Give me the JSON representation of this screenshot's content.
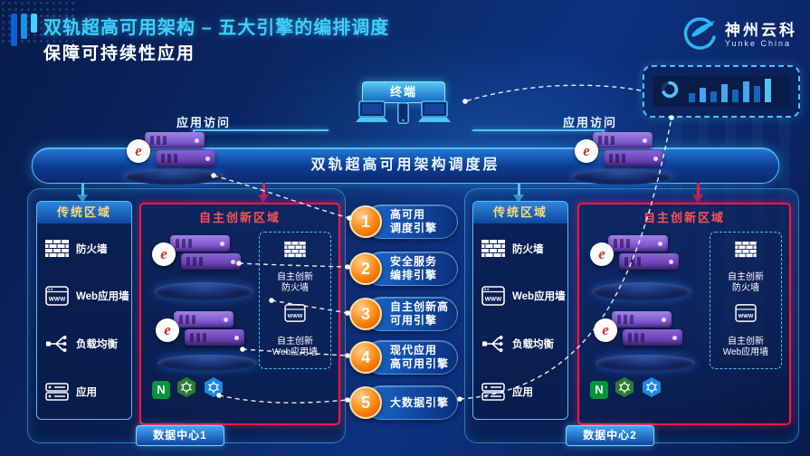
{
  "accents": {
    "primary": "#1565c0",
    "cyan": "#4fc3f7",
    "red": "#ff1744",
    "orange": "#f57c00",
    "purple": "#7e57c2",
    "title": "#3fd0ff"
  },
  "header": {
    "title": "双轨超高可用架构 – 五大引擎的编排调度",
    "subtitle": "保障可持续性应用",
    "logo_name": "神州云科",
    "logo_sub": "Yunke China"
  },
  "top": {
    "terminal": "终端",
    "access_left": "应用访问",
    "access_right": "应用访问"
  },
  "scheduler": {
    "label": "双轨超高可用架构调度层"
  },
  "icons": {
    "badge": "e",
    "nginx": "N",
    "www": "WWW"
  },
  "engines": [
    {
      "num": "1",
      "label": "高可用\n调度引擎"
    },
    {
      "num": "2",
      "label": "安全服务\n编排引擎"
    },
    {
      "num": "3",
      "label": "自主创新高\n可用引擎"
    },
    {
      "num": "4",
      "label": "现代应用\n高可用引擎"
    },
    {
      "num": "5",
      "label": "大数据引擎"
    }
  ],
  "datacenters": [
    {
      "traditional": {
        "title": "传统区域",
        "items": [
          {
            "label": "防火墙"
          },
          {
            "label": "Web应用墙"
          },
          {
            "label": "负载均衡"
          },
          {
            "label": "应用"
          }
        ]
      },
      "innovation": {
        "title": "自主创新区域",
        "firewall_label": "自主创新\n防火墙",
        "waf_label": "自主创新\nWeb应用墙"
      },
      "footer": "数据中心1"
    },
    {
      "traditional": {
        "title": "传统区域",
        "items": [
          {
            "label": "防火墙"
          },
          {
            "label": "Web应用墙"
          },
          {
            "label": "负载均衡"
          },
          {
            "label": "应用"
          }
        ]
      },
      "innovation": {
        "title": "自主创新区域",
        "firewall_label": "自主创新\n防火墙",
        "waf_label": "自主创新\nWeb应用墙"
      },
      "footer": "数据中心2"
    }
  ]
}
